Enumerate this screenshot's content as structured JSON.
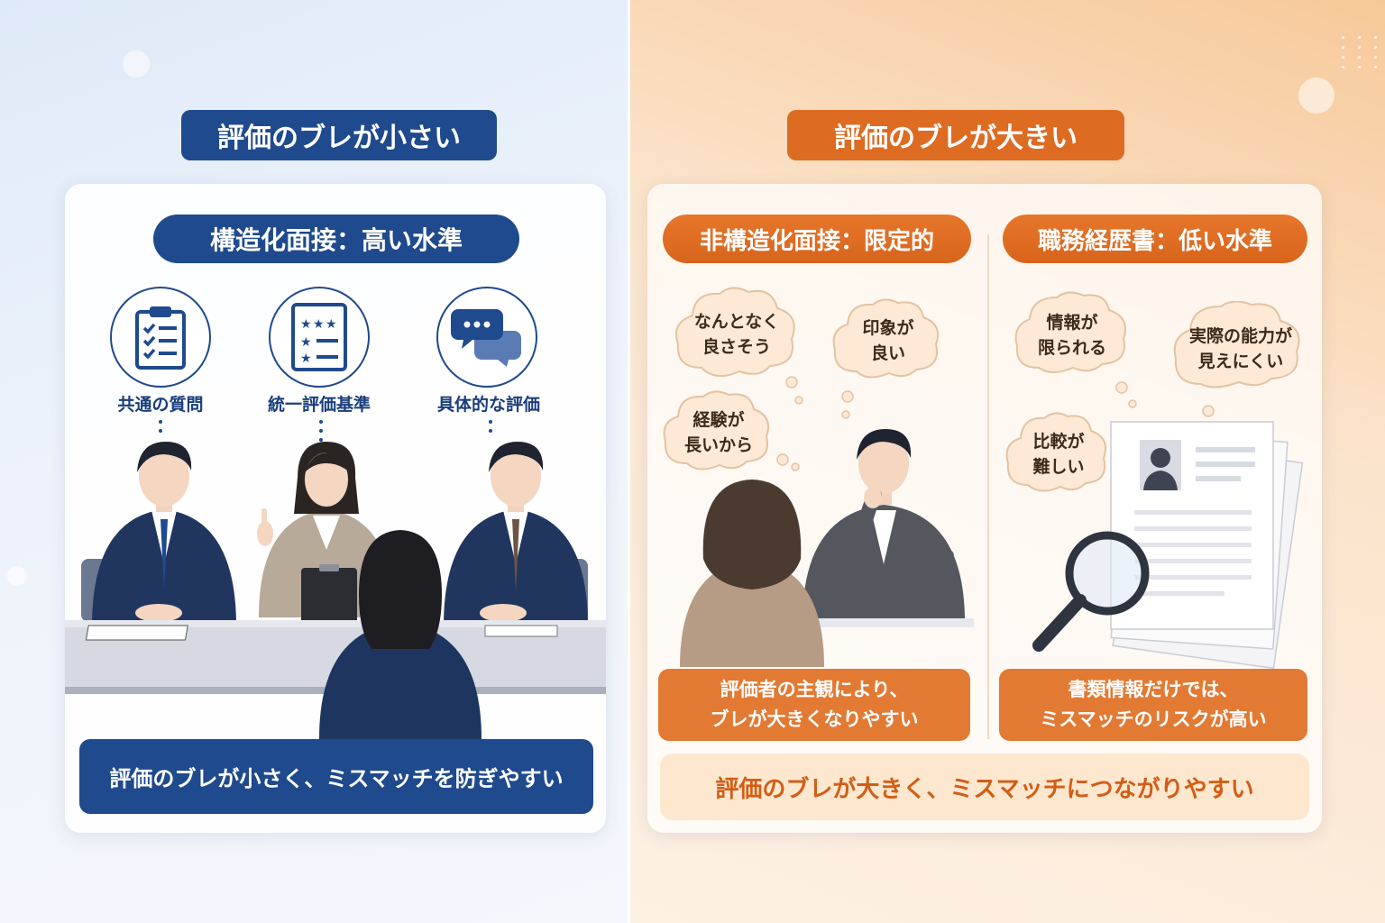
{
  "left": {
    "header": "評価のブレが小さい",
    "card_title": "構造化面接：高い水準",
    "icons": [
      {
        "icon": "clipboard-checklist-icon",
        "label": "共通の質問"
      },
      {
        "icon": "rating-sheet-icon",
        "label": "統一評価基準"
      },
      {
        "icon": "speech-bubbles-icon",
        "label": "具体的な評価"
      }
    ],
    "bottom_banner": "評価のブレが小さく、ミスマッチを防ぎやすい"
  },
  "right": {
    "header": "評価のブレが大きい",
    "sections": [
      {
        "title": "非構造化面接：限定的",
        "clouds": [
          "なんとなく\n良さそう",
          "印象が\n良い",
          "経験が\n長いから"
        ],
        "note": "評価者の主観により、\nブレが大きくなりやすい"
      },
      {
        "title": "職務経歴書：低い水準",
        "clouds": [
          "情報が\n限られる",
          "実際の能力が\n見えにくい",
          "比較が\n難しい"
        ],
        "note": "書類情報だけでは、\nミスマッチのリスクが高い"
      }
    ],
    "bottom_banner": "評価のブレが大きく、ミスマッチにつながりやすい"
  },
  "colors": {
    "blue": "#1f4a8d",
    "orange": "#de6b22",
    "orange_box": "#e27a34",
    "final_text": "#d25d15"
  }
}
